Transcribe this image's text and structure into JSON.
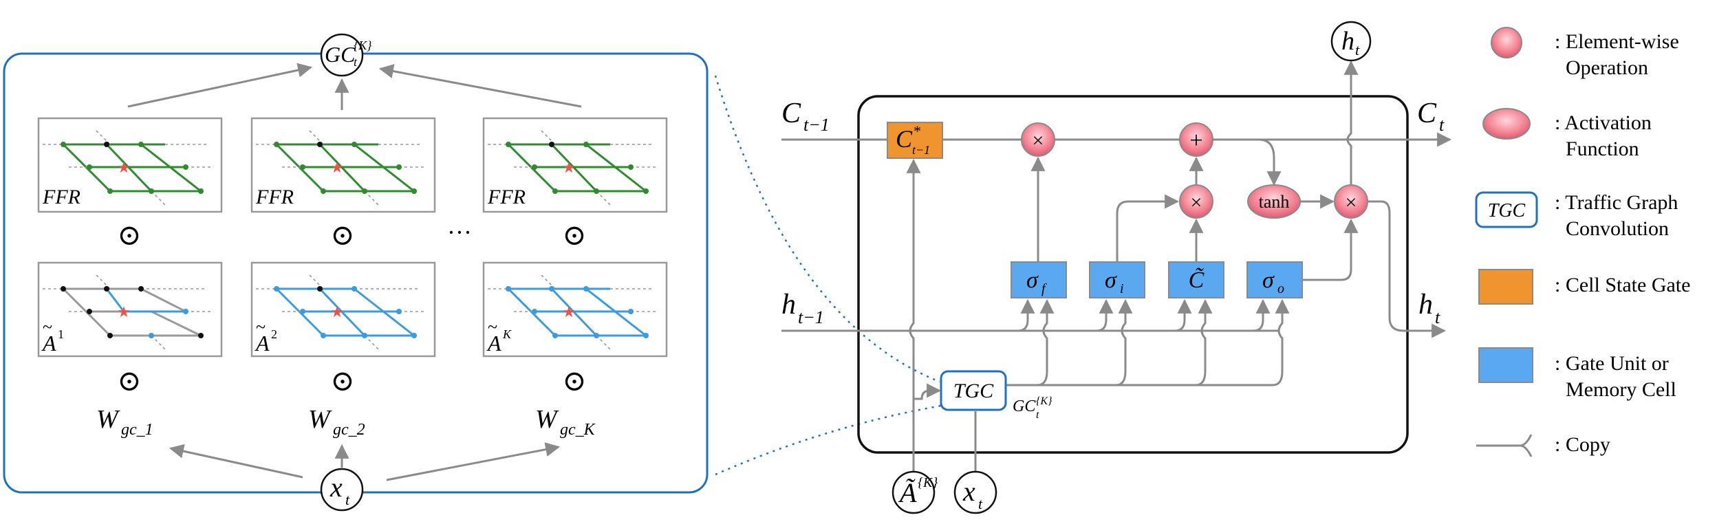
{
  "colors": {
    "line_gray": "#8a8a8a",
    "box_blue": "#1f6fc2",
    "gate_blue": "#5aa9f0",
    "cell_orange": "#f0952e",
    "op_pink": "#f58b9a",
    "green": "#2e8b2e",
    "light_blue_edge": "#3a9be0",
    "star_red": "#e8544a"
  },
  "left": {
    "top_node": {
      "main": "GC",
      "sub": "t",
      "sup": "{K}"
    },
    "bottom_node": {
      "main": "x",
      "sub": "t"
    },
    "ffr_label": "FFR",
    "dots": "···",
    "odot": "⊙",
    "adj_labels": [
      {
        "main": "A",
        "sup": "1"
      },
      {
        "main": "A",
        "sup": "2"
      },
      {
        "main": "A",
        "sup": "K"
      }
    ],
    "weights": [
      {
        "main": "W",
        "sub": "gc_1"
      },
      {
        "main": "W",
        "sub": "gc_2"
      },
      {
        "main": "W",
        "sub": "gc_K"
      }
    ]
  },
  "cell": {
    "c_prev": {
      "main": "C",
      "sub": "t−1"
    },
    "c_next": {
      "main": "C",
      "sub": "t"
    },
    "h_prev": {
      "main": "h",
      "sub": "t−1"
    },
    "h_next": {
      "main": "h",
      "sub": "t"
    },
    "h_top": {
      "main": "h",
      "sub": "t"
    },
    "c_star": {
      "main": "C",
      "sup": "*",
      "sub": "t−1"
    },
    "times": "×",
    "plus": "+",
    "tanh": "tanh",
    "gates": [
      {
        "main": "σ",
        "sub": "f"
      },
      {
        "main": "σ",
        "sub": "i"
      },
      {
        "main": "C̃",
        "sub": ""
      },
      {
        "main": "σ",
        "sub": "o"
      }
    ],
    "tgc": "TGC",
    "gc_out": {
      "main": "GC",
      "sub": "t",
      "sup": "{K}"
    },
    "a_input": {
      "main": "Ã",
      "sup": "{K}"
    },
    "x_input": {
      "main": "x",
      "sub": "t"
    }
  },
  "legend": [
    {
      "icon": "pink-circle-icon",
      "text1": ": Element-wise",
      "text2": "Operation"
    },
    {
      "icon": "pink-ellipse-icon",
      "text1": ": Activation",
      "text2": "Function"
    },
    {
      "icon": "tgc-box-icon",
      "label": "TGC",
      "text1": ": Traffic Graph",
      "text2": "Convolution"
    },
    {
      "icon": "orange-square-icon",
      "text1": ": Cell State Gate",
      "text2": ""
    },
    {
      "icon": "blue-square-icon",
      "text1": ": Gate Unit or",
      "text2": "Memory Cell"
    },
    {
      "icon": "copy-arrow-icon",
      "text1": ": Copy",
      "text2": ""
    }
  ]
}
